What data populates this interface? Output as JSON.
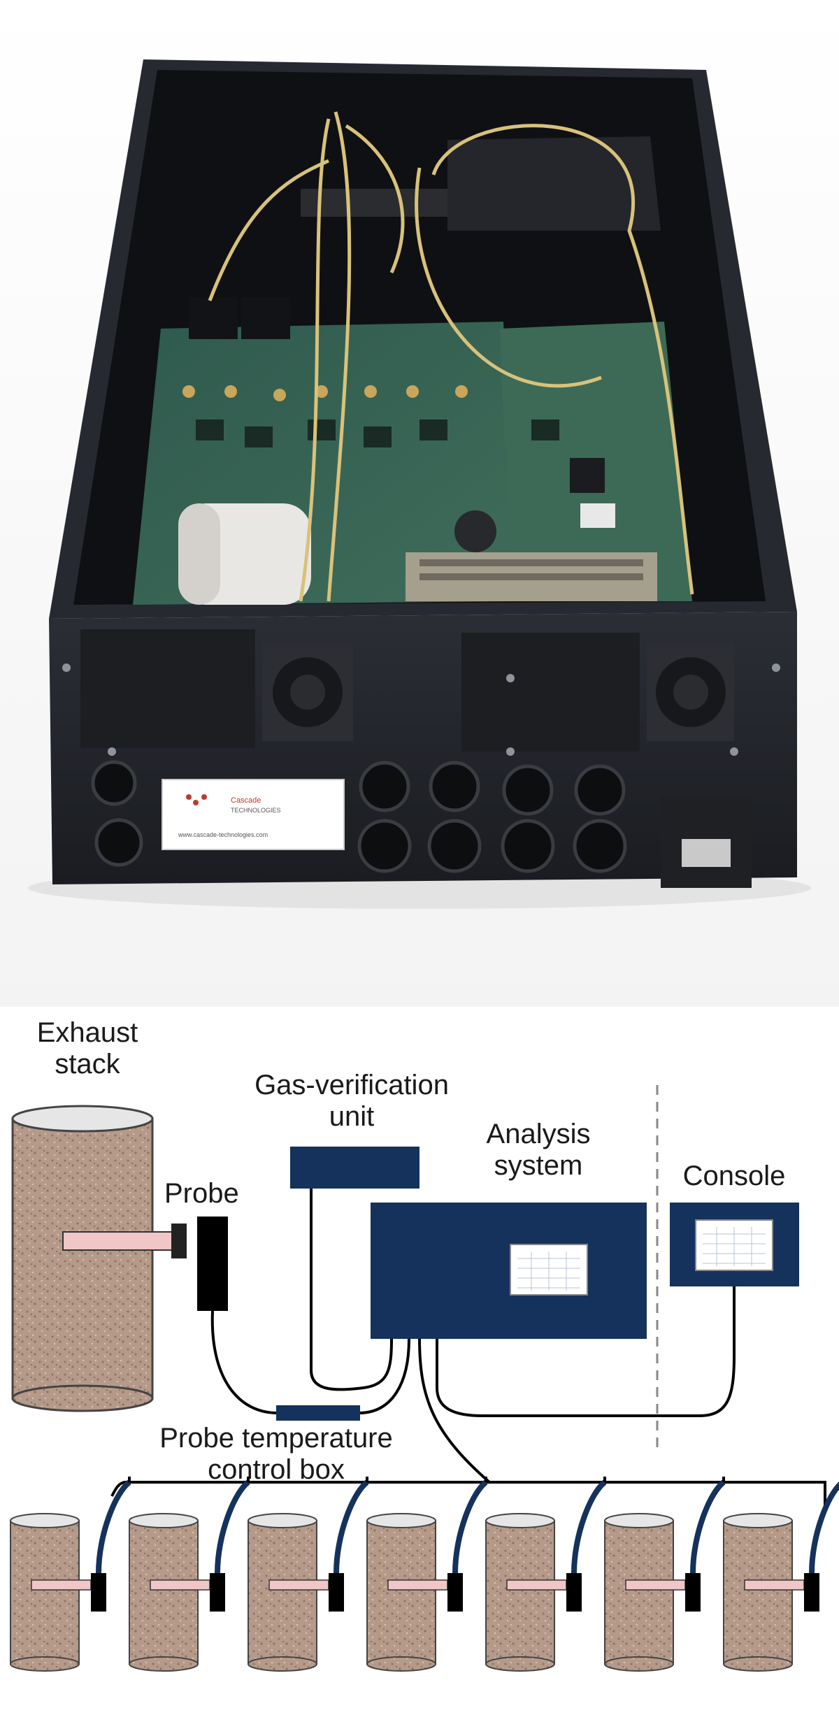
{
  "photo": {
    "panel_label": {
      "brand": "Cascade",
      "sub": "TECHNOLOGIES",
      "url": "www.cascade-technologies.com"
    }
  },
  "diagram": {
    "labels": {
      "exhaust_stack_line1": "Exhaust",
      "exhaust_stack_line2": "stack",
      "probe": "Probe",
      "gas_verification_line1": "Gas-verification",
      "gas_verification_line2": "unit",
      "analysis_line1": "Analysis",
      "analysis_line2": "system",
      "console": "Console",
      "temp_control_line1": "Probe temperature",
      "temp_control_line2": "control box"
    },
    "stack_count": 7,
    "colors": {
      "navy": "#14325c",
      "stack": "#b79c8c",
      "probe_rod": "#f1c6c6",
      "case": "#1b1d22"
    }
  }
}
